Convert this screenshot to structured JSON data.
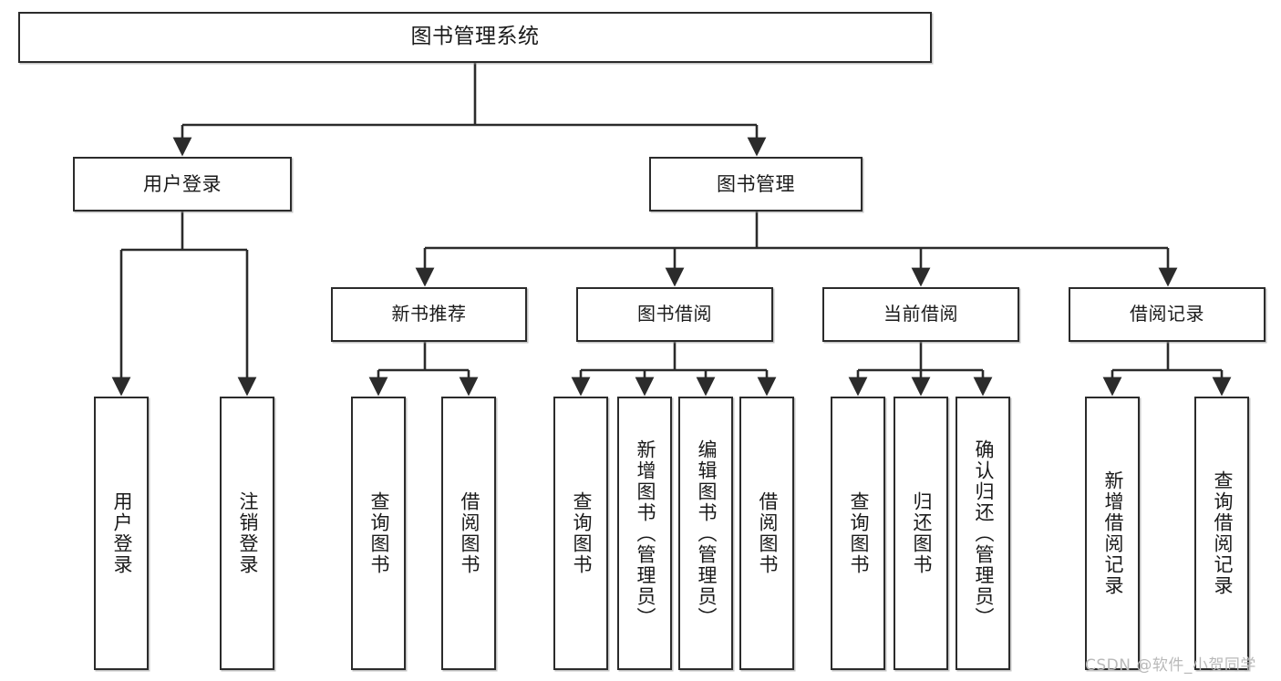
{
  "diagram": {
    "title": "图书管理系统",
    "type": "tree-hierarchy",
    "watermark": "CSDN @软件_小贺同学",
    "colors": {
      "box_border": "#2b2b2b",
      "box_fill": "#ffffff",
      "line": "#2b2b2b",
      "text": "#1a1a1a",
      "watermark": "#b9b9b9",
      "background": "#ffffff"
    },
    "root": {
      "label": "图书管理系统"
    },
    "level2": [
      {
        "id": "user-login",
        "label": "用户登录"
      },
      {
        "id": "book-manage",
        "label": "图书管理"
      }
    ],
    "level3": [
      {
        "id": "new-book-recommend",
        "label": "新书推荐",
        "parent": "book-manage"
      },
      {
        "id": "book-borrow",
        "label": "图书借阅",
        "parent": "book-manage"
      },
      {
        "id": "current-borrow",
        "label": "当前借阅",
        "parent": "book-manage"
      },
      {
        "id": "borrow-record",
        "label": "借阅记录",
        "parent": "book-manage"
      }
    ],
    "leaves": [
      {
        "id": "leaf-user-login",
        "label": "用户登录",
        "parent": "user-login"
      },
      {
        "id": "leaf-user-logout",
        "label": "注销登录",
        "parent": "user-login"
      },
      {
        "id": "leaf-query-book-1",
        "label": "查询图书",
        "parent": "new-book-recommend"
      },
      {
        "id": "leaf-borrow-book-1",
        "label": "借阅图书",
        "parent": "new-book-recommend"
      },
      {
        "id": "leaf-query-book-2",
        "label": "查询图书",
        "parent": "book-borrow"
      },
      {
        "id": "leaf-add-book",
        "label": "新增图书（管理员）",
        "parent": "book-borrow"
      },
      {
        "id": "leaf-edit-book",
        "label": "编辑图书（管理员）",
        "parent": "book-borrow"
      },
      {
        "id": "leaf-borrow-book-2",
        "label": "借阅图书",
        "parent": "book-borrow"
      },
      {
        "id": "leaf-query-book-3",
        "label": "查询图书",
        "parent": "current-borrow"
      },
      {
        "id": "leaf-return-book",
        "label": "归还图书",
        "parent": "current-borrow"
      },
      {
        "id": "leaf-confirm-return",
        "label": "确认归还（管理员）",
        "parent": "current-borrow"
      },
      {
        "id": "leaf-add-record",
        "label": "新增借阅记录",
        "parent": "borrow-record"
      },
      {
        "id": "leaf-query-record",
        "label": "查询借阅记录",
        "parent": "borrow-record"
      }
    ]
  }
}
